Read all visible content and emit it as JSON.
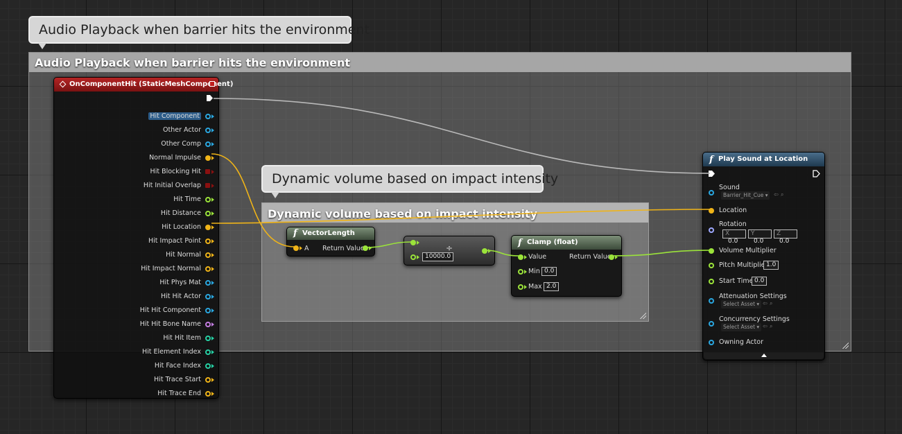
{
  "comments": {
    "outer": {
      "bubble_text": "Audio Playback when barrier hits the environment",
      "header": "Audio Playback when barrier hits the environment"
    },
    "inner": {
      "bubble_text": "Dynamic volume based on impact intensity",
      "header": "Dynamic volume based on impact intensity"
    }
  },
  "event_node": {
    "title": "OnComponentHit (StaticMeshComponent)",
    "pins": [
      {
        "label": "Hit Component",
        "color": "#2aa7e0",
        "selected": true
      },
      {
        "label": "Other Actor",
        "color": "#2aa7e0"
      },
      {
        "label": "Other Comp",
        "color": "#2aa7e0"
      },
      {
        "label": "Normal Impulse",
        "color": "#f0b418",
        "filled": true
      },
      {
        "label": "Hit Blocking Hit",
        "color": "#8a1010",
        "square": true
      },
      {
        "label": "Hit Initial Overlap",
        "color": "#8a1010",
        "square": true
      },
      {
        "label": "Hit Time",
        "color": "#9be33a"
      },
      {
        "label": "Hit Distance",
        "color": "#9be33a"
      },
      {
        "label": "Hit Location",
        "color": "#f0b418",
        "filled": true
      },
      {
        "label": "Hit Impact Point",
        "color": "#f0b418"
      },
      {
        "label": "Hit Normal",
        "color": "#f0b418"
      },
      {
        "label": "Hit Impact Normal",
        "color": "#f0b418"
      },
      {
        "label": "Hit Phys Mat",
        "color": "#2aa7e0"
      },
      {
        "label": "Hit Hit Actor",
        "color": "#2aa7e0"
      },
      {
        "label": "Hit Hit Component",
        "color": "#2aa7e0"
      },
      {
        "label": "Hit Hit Bone Name",
        "color": "#c37de0"
      },
      {
        "label": "Hit Hit Item",
        "color": "#26d1a4"
      },
      {
        "label": "Hit Element Index",
        "color": "#26d1a4"
      },
      {
        "label": "Hit Face Index",
        "color": "#26d1a4"
      },
      {
        "label": "Hit Trace Start",
        "color": "#f0b418"
      },
      {
        "label": "Hit Trace End",
        "color": "#f0b418"
      }
    ]
  },
  "vector_length": {
    "title": "VectorLength",
    "input": "A",
    "output": "Return Value"
  },
  "divide": {
    "symbol": "÷",
    "divisor": "10000.0"
  },
  "clamp": {
    "title": "Clamp (float)",
    "value": "Value",
    "output": "Return Value",
    "min_label": "Min",
    "min": "0.0",
    "max_label": "Max",
    "max": "2.0"
  },
  "play_sound": {
    "title": "Play Sound at Location",
    "sound_label": "Sound",
    "sound_value": "Barrier_Hit_Cue",
    "location_label": "Location",
    "rotation_label": "Rotation",
    "rotation": {
      "x_label": "X",
      "x": "0.0",
      "y_label": "Y",
      "y": "0.0",
      "z_label": "Z",
      "z": "0.0"
    },
    "volume_label": "Volume Multiplier",
    "pitch_label": "Pitch Multiplier",
    "pitch": "1.0",
    "start_label": "Start Time",
    "start": "0.0",
    "attenuation_label": "Attenuation Settings",
    "attenuation_value": "Select Asset",
    "concurrency_label": "Concurrency Settings",
    "concurrency_value": "Select Asset",
    "owning_label": "Owning Actor"
  },
  "colors": {
    "exec": "#ffffff",
    "vector": "#f0b418",
    "float": "#9be33a",
    "object": "#2aa7e0",
    "rotator": "#9ea8ff",
    "bool": "#8a1010"
  }
}
